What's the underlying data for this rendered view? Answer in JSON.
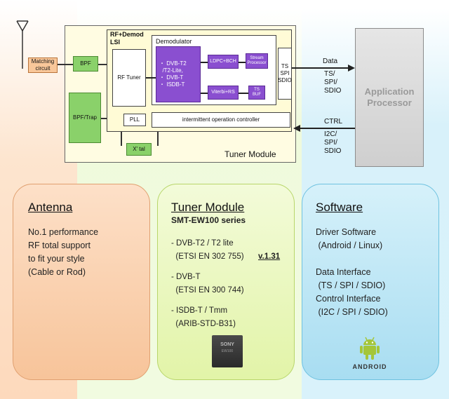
{
  "diagram": {
    "matching_circuit": "Matching\ncircuit",
    "bpf": "BPF",
    "bpf_trap": "BPF/Trap",
    "lsi_title": "RF+Demod\nLSI",
    "rf_tuner": "RF Tuner",
    "demodulator": "Demodulator",
    "standards": "・ DVB-T2\n  /T2-Lite,\n・ DVB-T\n・ ISDB-T",
    "ldpc_bch": "LDPC+BCH",
    "stream_processor": "Stream\nProcessor",
    "viterbi_rs": "Viterbi+RS",
    "ts_buf": "TS\nBUF",
    "ts_spi_sdio": "TS\nSPI\nSDIO",
    "pll": "PLL",
    "intermittent": "intermittent operation controller",
    "xtal": "X' tal",
    "tuner_module_label": "Tuner Module",
    "data_label": "Data",
    "data_if": "TS/\nSPI/\nSDIO",
    "ctrl_label": "CTRL",
    "ctrl_if": "I2C/\nSPI/\nSDIO",
    "app_processor": "Application\nProcessor"
  },
  "cards": {
    "antenna": {
      "title": "Antenna",
      "body": "No.1 performance\nRF total support\nto fit your style\n(Cable or Rod)"
    },
    "tuner": {
      "title": "Tuner Module",
      "subtitle": "SMT-EW100 series",
      "item1": "- DVB-T2 / T2 lite\n  (ETSI EN 302 755)",
      "version": "v.1.31",
      "item2": "- DVB-T\n  (ETSI EN 300 744)",
      "item3": "- ISDB-T / Tmm\n  (ARIB-STD-B31)",
      "chip_brand": "SONY",
      "chip_model": "EW100"
    },
    "software": {
      "title": "Software",
      "body": "Driver Software\n (Android / Linux)\n\nData Interface\n (TS / SPI / SDIO)\nControl Interface\n (I2C / SPI / SDIO)",
      "android_word": "ANDROID"
    }
  },
  "colors": {
    "antenna_card": "#f7cda8",
    "tuner_card": "#e6f6b4",
    "software_card": "#b3e6f6",
    "module_bg": "#fffbd6",
    "green_block": "#8ad16a",
    "purple_block": "#7a3fbf",
    "app_processor": "#d9d9d9"
  }
}
